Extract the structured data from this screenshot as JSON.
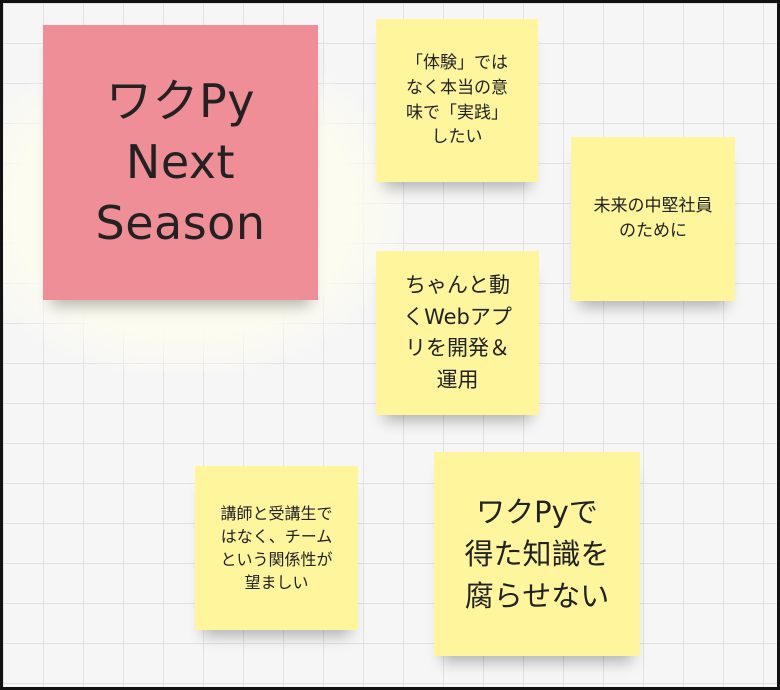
{
  "board": {
    "notes": [
      {
        "id": "next-season",
        "text": "ワクPy\nNext\nSeason",
        "color": "#f08e98"
      },
      {
        "id": "real-practice",
        "text": "「体験」では\nなく本当の意\n味で「実践」\nしたい",
        "color": "#fef59d"
      },
      {
        "id": "future-staff",
        "text": "未来の中堅社員\nのために",
        "color": "#fef59d"
      },
      {
        "id": "web-app",
        "text": "ちゃんと動\nくWebアプ\nリを開発＆\n運用",
        "color": "#fef59d"
      },
      {
        "id": "team-relationship",
        "text": "講師と受講生で\nはなく、チーム\nという関係性が\n望ましい",
        "color": "#fef59d"
      },
      {
        "id": "keep-knowledge",
        "text": "ワクPyで\n得た知識を\n腐らせない",
        "color": "#fef59d"
      }
    ]
  }
}
